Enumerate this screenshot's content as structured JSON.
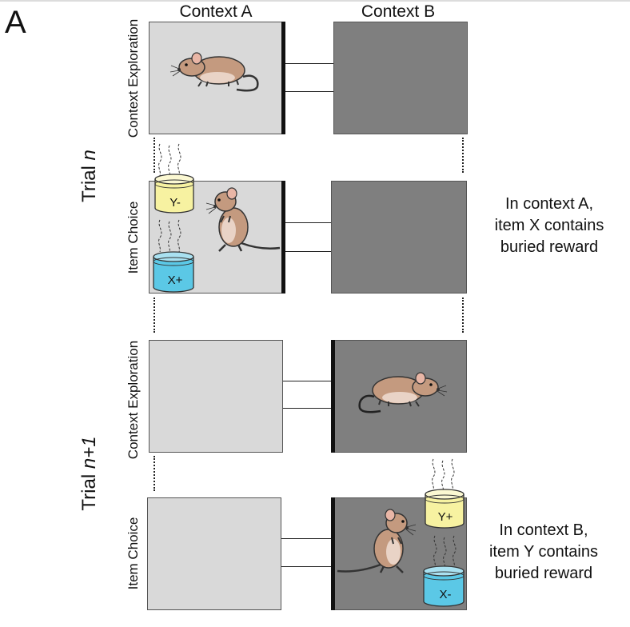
{
  "panel_letter": "A",
  "contexts": {
    "a": "Context A",
    "b": "Context B"
  },
  "trials": {
    "n": {
      "prefix": "Trial ",
      "var": "n",
      "suffix": ""
    },
    "n1": {
      "prefix": "Trial ",
      "var": "n",
      "suffix": "+1"
    }
  },
  "phases": {
    "exploration": "Context Exploration",
    "choice": "Item Choice"
  },
  "cups": {
    "trial_n": {
      "top": "Y-",
      "bottom": "X+"
    },
    "trial_n1": {
      "top": "Y+",
      "bottom": "X-"
    }
  },
  "notes": {
    "trial_n": [
      "In context A,",
      "item X contains",
      "buried reward"
    ],
    "trial_n1": [
      "In context B,",
      "item Y contains",
      "buried reward"
    ]
  },
  "colors": {
    "context_a": "#d9d9d9",
    "context_b": "#7f7f7f",
    "cup_yellow": "#f7f2a1",
    "cup_blue": "#5bc8e6",
    "rat_fur": "#c49a7f",
    "rat_belly": "#e9d3c6"
  }
}
